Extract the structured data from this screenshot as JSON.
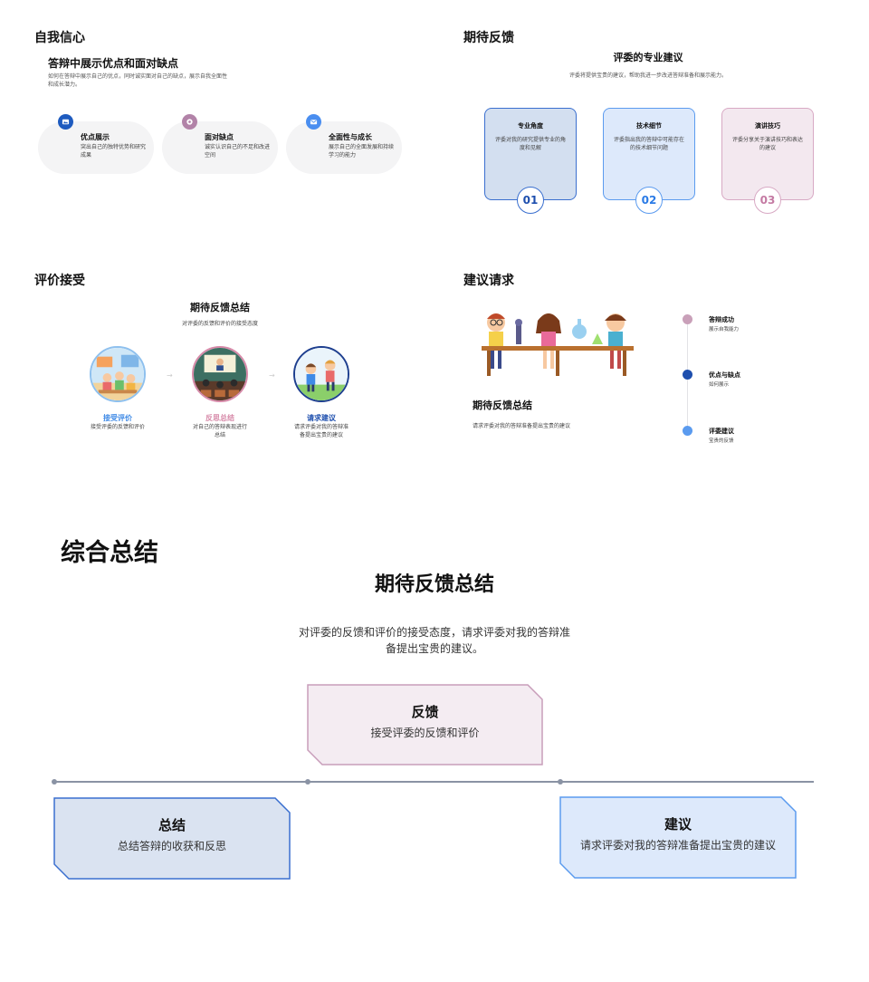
{
  "self_confidence": {
    "section_title": "自我信心",
    "heading": "答辩中展示优点和面对缺点",
    "description": "如何在答辩中展示自己的优点，同时诚实面对自己的缺点，展示自我全面性和成长潜力。",
    "items": [
      {
        "title": "优点展示",
        "desc": "突出自己的独特优势和研究成果",
        "icon": "image-icon",
        "color": "#1e5bbf"
      },
      {
        "title": "面对缺点",
        "desc": "诚实认识自己的不足和改进空间",
        "icon": "target-icon",
        "color": "#b283a8"
      },
      {
        "title": "全面性与成长",
        "desc": "展示自己的全面发展和持续学习的能力",
        "icon": "mail-icon",
        "color": "#4a8ef0"
      }
    ]
  },
  "expect_feedback": {
    "section_title": "期待反馈",
    "heading": "评委的专业建议",
    "description": "评委将提供宝贵的建议，帮助我进一步改进答辩准备和展示能力。",
    "cards": [
      {
        "title": "专业角度",
        "desc": "评委对我的研究提供专业的角度和见解",
        "num": "01",
        "bg": "#d3dff0",
        "border": "#3a6fcf",
        "numcolor": "#1e4fae"
      },
      {
        "title": "技术细节",
        "desc": "评委指出我的答辩中可能存在的技术细节问题",
        "num": "02",
        "bg": "#dde9fb",
        "border": "#5b9bef",
        "numcolor": "#2b7be6"
      },
      {
        "title": "演讲技巧",
        "desc": "评委分享关于演讲技巧和表达的建议",
        "num": "03",
        "bg": "#f3e8ef",
        "border": "#d8a9c4",
        "numcolor": "#c47aa3"
      }
    ]
  },
  "accept_evaluation": {
    "section_title": "评价接受",
    "heading": "期待反馈总结",
    "description": "对评委的反馈和评价的接受态度",
    "steps": [
      {
        "label": "接受评价",
        "desc": "接受评委的反馈和评价",
        "color": "#3f8ae6"
      },
      {
        "label": "反思总结",
        "desc": "对自己的答辩表现进行总结",
        "color": "#d78aa9"
      },
      {
        "label": "请求建议",
        "desc": "请求评委对我的答辩准备提出宝贵的建议",
        "color": "#1e4fae"
      }
    ]
  },
  "suggestion_request": {
    "section_title": "建议请求",
    "heading": "期待反馈总结",
    "description": "请求评委对我的答辩准备提出宝贵的建议",
    "timeline": [
      {
        "title": "答辩成功",
        "sub": "展示自我能力",
        "color": "#c9a0b9"
      },
      {
        "title": "优点与缺点",
        "sub": "如何展示",
        "color": "#1e4fae"
      },
      {
        "title": "评委建议",
        "sub": "宝贵的反馈",
        "color": "#5b9bef"
      }
    ]
  },
  "summary": {
    "section_title": "综合总结",
    "heading": "期待反馈总结",
    "description": "对评委的反馈和评价的接受态度，请求评委对我的答辩准备提出宝贵的建议。",
    "feedback": {
      "title": "反馈",
      "desc": "接受评委的反馈和评价"
    },
    "conclusion": {
      "title": "总结",
      "desc": "总结答辩的收获和反思"
    },
    "advice": {
      "title": "建议",
      "desc": "请求评委对我的答辩准备提出宝贵的建议"
    }
  }
}
